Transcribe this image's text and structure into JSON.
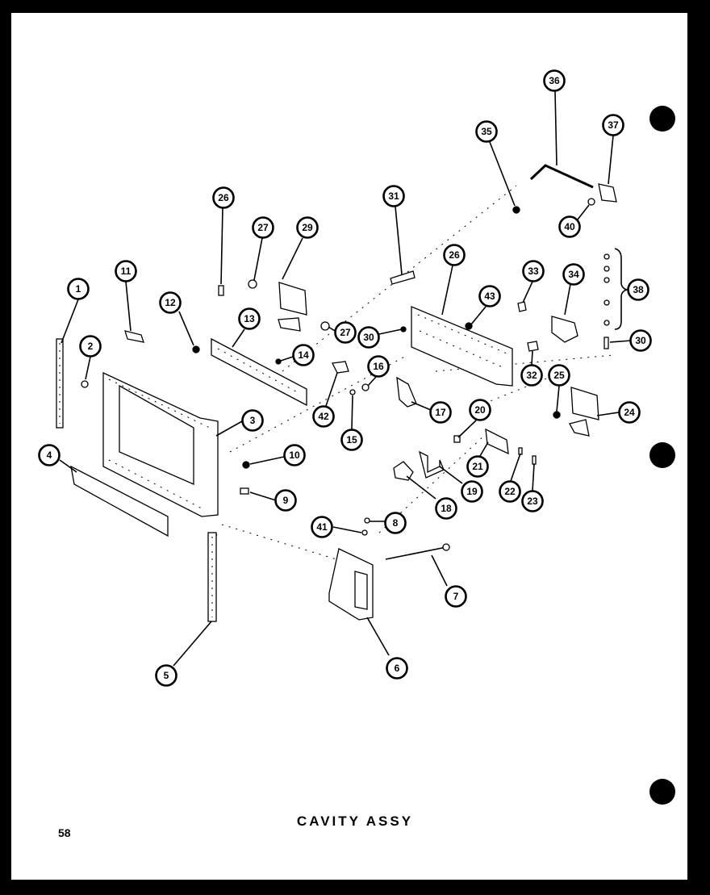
{
  "caption": "CAVITY ASSY",
  "page_number": "58",
  "callouts": {
    "c1": "1",
    "c2": "2",
    "c3": "3",
    "c4": "4",
    "c5": "5",
    "c6": "6",
    "c7": "7",
    "c8": "8",
    "c9": "9",
    "c10": "10",
    "c11": "11",
    "c12": "12",
    "c13": "13",
    "c14": "14",
    "c15": "15",
    "c16": "16",
    "c17": "17",
    "c18": "18",
    "c19": "19",
    "c20": "20",
    "c21": "21",
    "c22": "22",
    "c23": "23",
    "c24": "24",
    "c25": "25",
    "c26a": "26",
    "c26b": "26",
    "c27a": "27",
    "c27b": "27",
    "c29": "29",
    "c30a": "30",
    "c30b": "30",
    "c31": "31",
    "c32": "32",
    "c33": "33",
    "c34": "34",
    "c35": "35",
    "c36": "36",
    "c37": "37",
    "c38": "38",
    "c40": "40",
    "c41": "41",
    "c42": "42",
    "c43": "43"
  },
  "colors": {
    "background": "#000000",
    "sheet": "#ffffff",
    "ink": "#000000"
  }
}
